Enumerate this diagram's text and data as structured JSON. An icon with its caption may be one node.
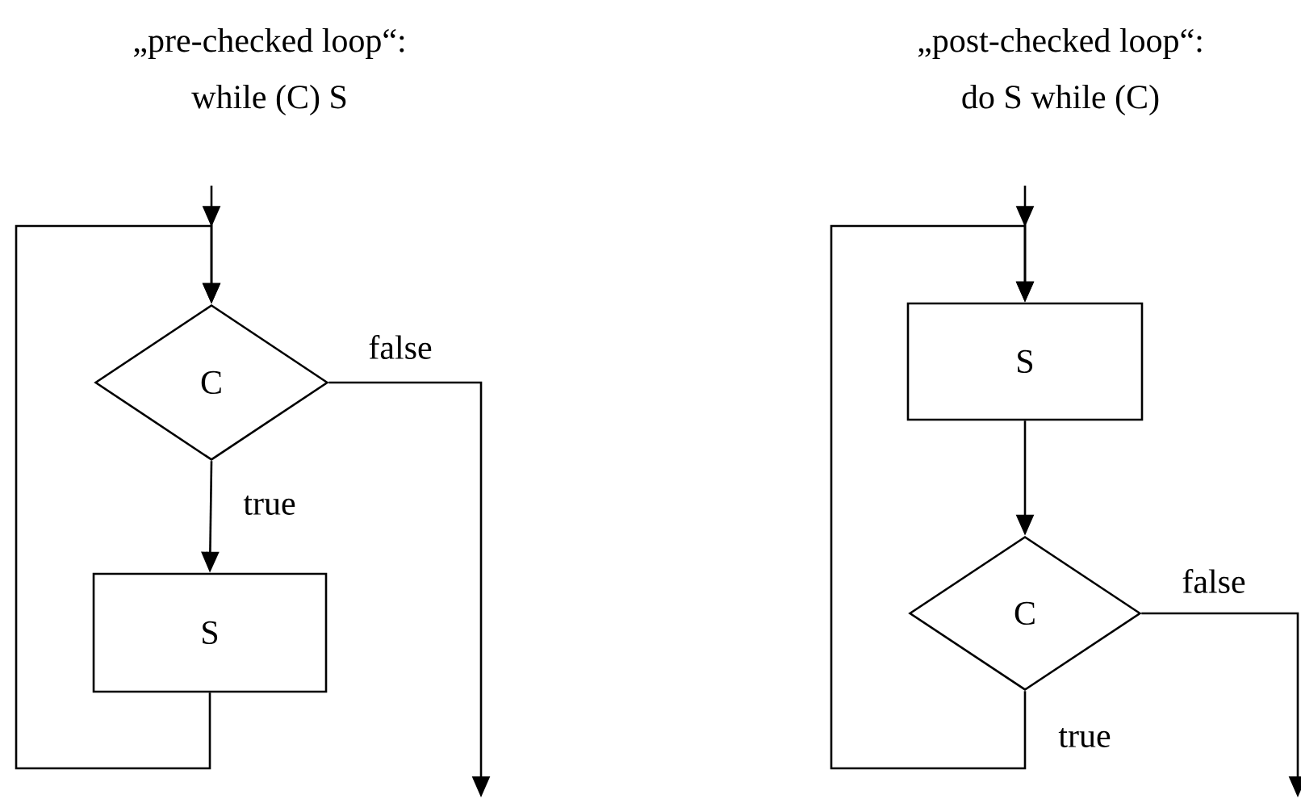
{
  "diagram": {
    "nodes": [
      {
        "text": [
          "C"
        ]
      },
      {
        "text": [
          "S"
        ]
      },
      {
        "text": [
          "S"
        ]
      },
      {
        "text": [
          "C"
        ]
      }
    ],
    "edges": [
      {
        "from": null,
        "to": 0,
        "arrow": "to"
      },
      {
        "from": 0,
        "to": 1,
        "arrow": "to",
        "label": "true"
      },
      {
        "from": 1,
        "to": 0,
        "arrow": "to"
      },
      {
        "from": 0,
        "to": null,
        "arrow": "to",
        "label": "false"
      },
      {
        "from": null,
        "to": 2,
        "arrow": "to"
      },
      {
        "from": 2,
        "to": 3,
        "arrow": "to"
      },
      {
        "from": 3,
        "to": 2,
        "arrow": "to",
        "label": "true"
      },
      {
        "from": 3,
        "to": null,
        "arrow": "to",
        "label": "false"
      }
    ],
    "labels": [
      "„pre-checked loop“:",
      "while (C) S",
      "„post-checked loop“:",
      "do S while (C)"
    ]
  }
}
